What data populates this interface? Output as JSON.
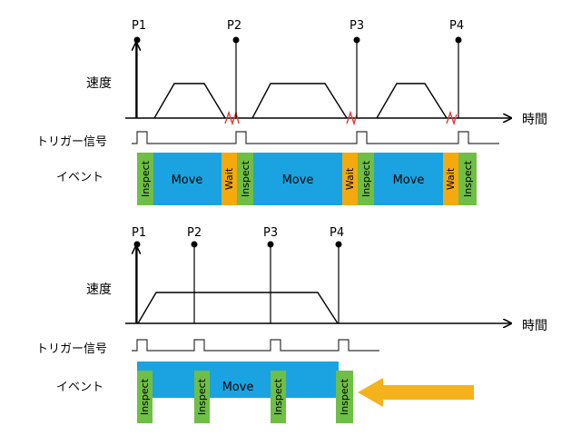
{
  "labels": {
    "speed": "速度",
    "time": "時間",
    "trigger": "トリガー信号",
    "event": "イベント"
  },
  "top": {
    "points": [
      "P1",
      "P2",
      "P3",
      "P4"
    ],
    "events": [
      "Inspect",
      "Move",
      "Wait",
      "Inspect",
      "Move",
      "Wait",
      "Inspect",
      "Move",
      "Wait",
      "Inspect"
    ]
  },
  "bottom": {
    "points": [
      "P1",
      "P2",
      "P3",
      "P4"
    ],
    "move_label": "Move",
    "inspect_labels": [
      "Inspect",
      "Inspect",
      "Inspect",
      "Inspect"
    ]
  },
  "colors": {
    "move": "#1aa3e0",
    "inspect": "#6fbe45",
    "wait": "#f4a90c",
    "arrow": "#f4b21d",
    "zigzag": "#e23a3a",
    "line": "#000000",
    "trigger_line": "#333333"
  }
}
